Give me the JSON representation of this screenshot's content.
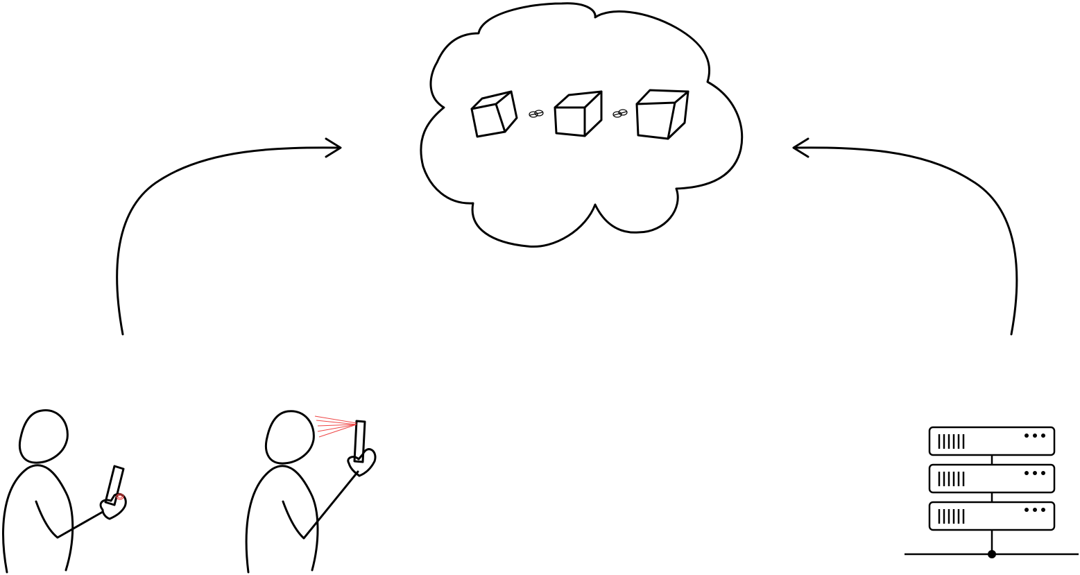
{
  "diagram": {
    "colors": {
      "stroke": "#000000",
      "background": "#ffffff",
      "highlight_block": "#ee55ee",
      "signal": "#ee4444"
    },
    "cloud": {
      "blocks": [
        {
          "name": "block-1",
          "highlighted": false
        },
        {
          "name": "block-2",
          "highlighted": true
        },
        {
          "name": "block-3",
          "highlighted": false
        }
      ],
      "links": [
        "link-icon",
        "link-icon"
      ]
    },
    "actors": [
      {
        "name": "person-tapping-phone",
        "icon": "person-phone-touch-icon"
      },
      {
        "name": "person-scanning-face",
        "icon": "person-face-scan-icon"
      },
      {
        "name": "server-rack",
        "icon": "server-rack-icon",
        "units": 3
      }
    ],
    "arrows": [
      {
        "name": "left-arrow-to-cloud",
        "direction": "up-right"
      },
      {
        "name": "right-arrow-to-cloud",
        "direction": "up-left"
      }
    ]
  }
}
